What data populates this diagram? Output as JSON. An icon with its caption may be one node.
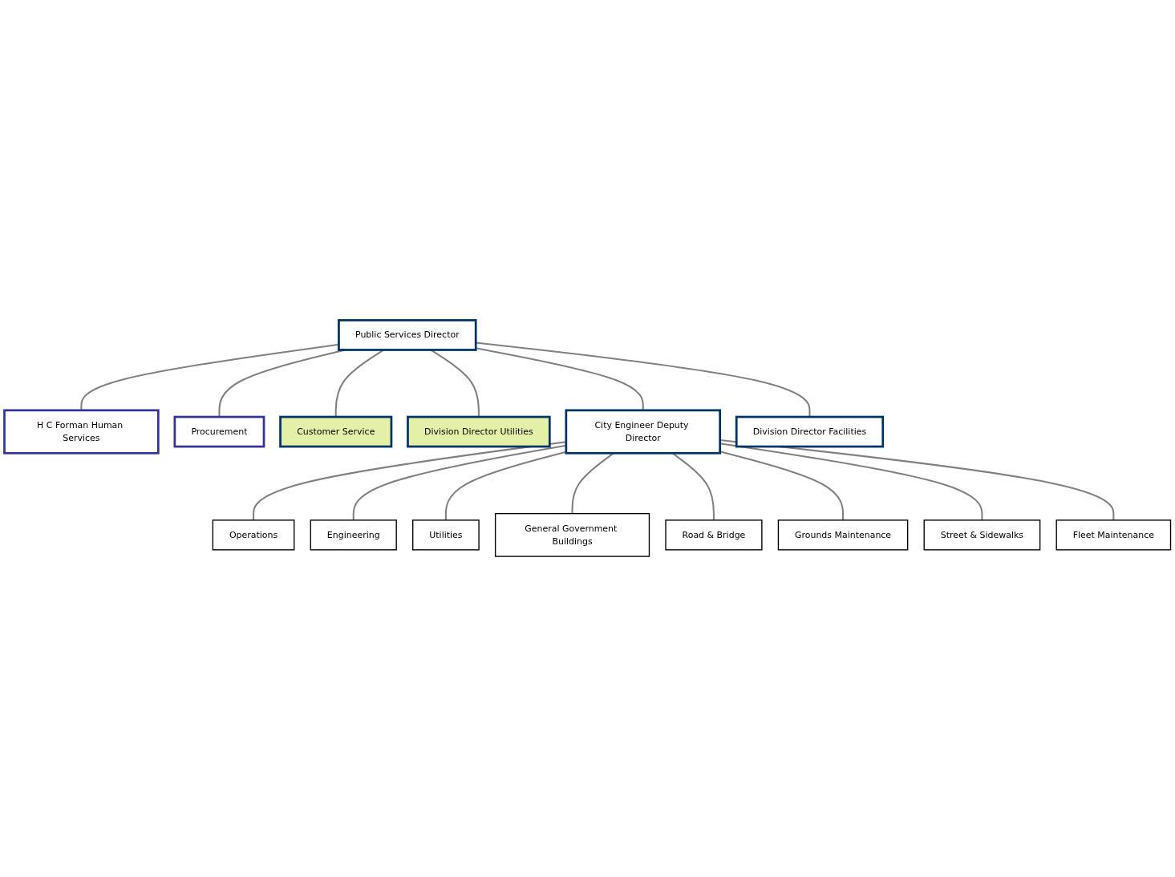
{
  "diagram": {
    "nodes": [
      {
        "text": [
          "Public Services Director"
        ]
      },
      {
        "text": [
          "H C Forman Human Services"
        ]
      },
      {
        "text": [
          "Procurement"
        ]
      },
      {
        "text": [
          "Customer Service"
        ]
      },
      {
        "text": [
          "Division Director Utilities"
        ]
      },
      {
        "text": [
          "City Engineer Deputy Director"
        ]
      },
      {
        "text": [
          "Division Director Facilities"
        ]
      },
      {
        "text": [
          "Operations"
        ]
      },
      {
        "text": [
          "Engineering"
        ]
      },
      {
        "text": [
          "Utilities"
        ]
      },
      {
        "text": [
          "General Government Buildings"
        ]
      },
      {
        "text": [
          "Road & Bridge"
        ]
      },
      {
        "text": [
          "Grounds Maintenance"
        ]
      },
      {
        "text": [
          "Street & Sidewalks"
        ]
      },
      {
        "text": [
          "Fleet Maintenance"
        ]
      }
    ],
    "edges": [
      {
        "from": 0,
        "to": 1,
        "arrow": "none"
      },
      {
        "from": 0,
        "to": 2,
        "arrow": "none"
      },
      {
        "from": 0,
        "to": 3,
        "arrow": "none"
      },
      {
        "from": 0,
        "to": 4,
        "arrow": "none"
      },
      {
        "from": 0,
        "to": 5,
        "arrow": "none"
      },
      {
        "from": 0,
        "to": 6,
        "arrow": "none"
      },
      {
        "from": 5,
        "to": 7,
        "arrow": "none"
      },
      {
        "from": 5,
        "to": 8,
        "arrow": "none"
      },
      {
        "from": 5,
        "to": 9,
        "arrow": "none"
      },
      {
        "from": 5,
        "to": 10,
        "arrow": "none"
      },
      {
        "from": 5,
        "to": 11,
        "arrow": "none"
      },
      {
        "from": 5,
        "to": 12,
        "arrow": "none"
      },
      {
        "from": 5,
        "to": 13,
        "arrow": "none"
      },
      {
        "from": 5,
        "to": 14,
        "arrow": "none"
      }
    ]
  }
}
